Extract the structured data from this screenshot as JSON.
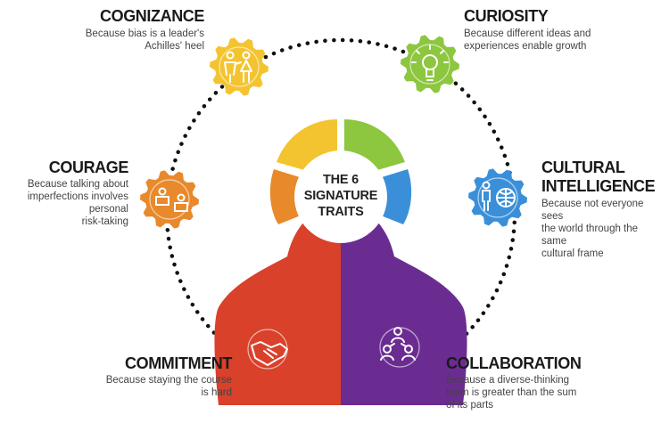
{
  "center_label": "THE 6\nSIGNATURE\nTRAITS",
  "traits": [
    {
      "key": "cognizance",
      "title": "COGNIZANCE",
      "desc": "Because bias is a leader's\nAchilles' heel",
      "icon": "people-icon",
      "color": "#f4c430"
    },
    {
      "key": "curiosity",
      "title": "CURIOSITY",
      "desc": "Because different ideas and\nexperiences enable growth",
      "icon": "lightbulb-icon",
      "color": "#8dc63f"
    },
    {
      "key": "cultural_intelligence",
      "title": "CULTURAL\nINTELLIGENCE",
      "desc": "Because not everyone sees\nthe world through the same\ncultural frame",
      "icon": "globe-person-icon",
      "color": "#3a8fd8"
    },
    {
      "key": "collaboration",
      "title": "COLLABORATION",
      "desc": "Because a diverse-thinking\nteam is greater than the sum\nof its parts",
      "icon": "network-people-icon",
      "color": "#6b2c91"
    },
    {
      "key": "commitment",
      "title": "COMMITMENT",
      "desc": "Because staying the course\nis hard",
      "icon": "handshake-icon",
      "color": "#d9412b"
    },
    {
      "key": "courage",
      "title": "COURAGE",
      "desc": "Because talking about\nimperfections involves personal\nrisk-taking",
      "icon": "conversation-icon",
      "color": "#e8892b"
    }
  ]
}
